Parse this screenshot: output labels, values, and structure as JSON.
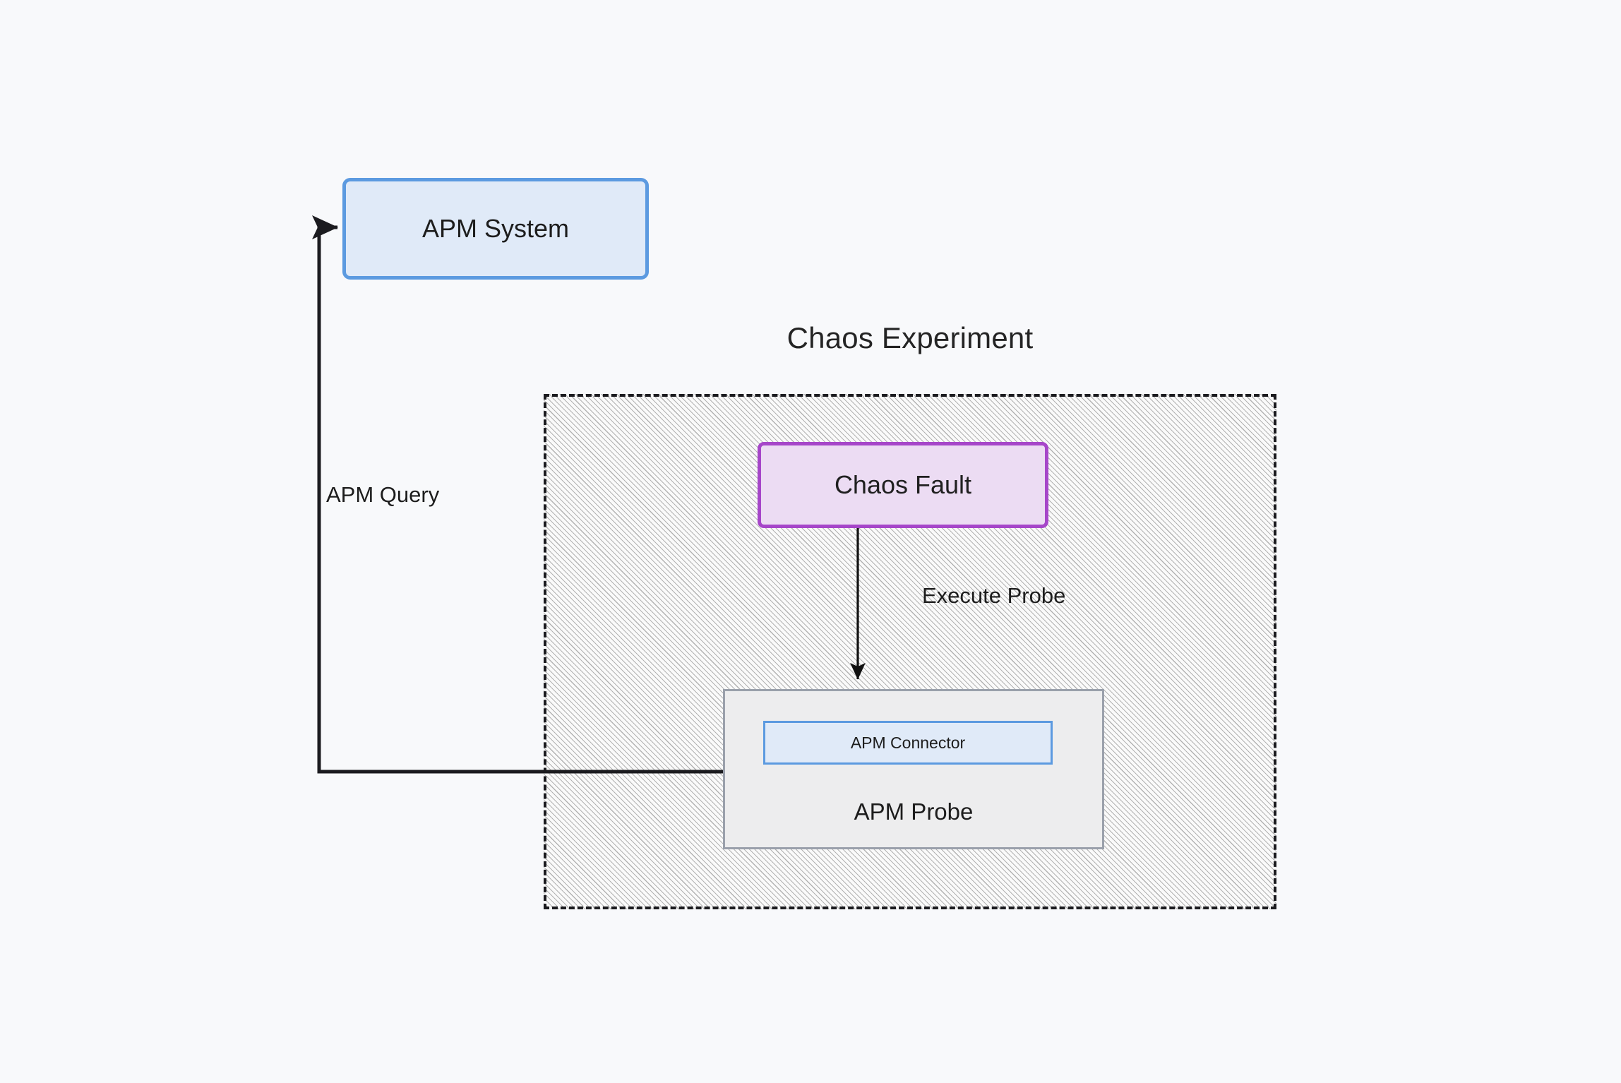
{
  "diagram": {
    "title": "Chaos Experiment",
    "background_color": "#f8f9fb",
    "nodes": {
      "apm_system": {
        "label": "APM System",
        "fill": "#e0eaf8",
        "border": "#5c9ae0"
      },
      "chaos_fault": {
        "label": "Chaos Fault",
        "fill": "#ecdcf3",
        "border": "#a646c9"
      },
      "apm_probe": {
        "label": "APM Probe",
        "fill": "#ededee",
        "border": "#9aa0ab"
      },
      "apm_connector": {
        "label": "APM Connector",
        "fill": "#e0eaf8",
        "border": "#5c9ae0"
      }
    },
    "group": {
      "label": "Chaos Experiment",
      "border_style": "dashed",
      "border_color": "#1b1b1f",
      "fill_pattern": "diagonal-hatch"
    },
    "edges": [
      {
        "label": "Execute Probe",
        "from": "chaos_fault",
        "to": "apm_probe",
        "color": "#111111",
        "arrow": "end"
      },
      {
        "label": "APM Query",
        "from": "apm_probe",
        "to": "apm_system",
        "color": "#1b1b1f",
        "arrow": "end"
      }
    ]
  }
}
